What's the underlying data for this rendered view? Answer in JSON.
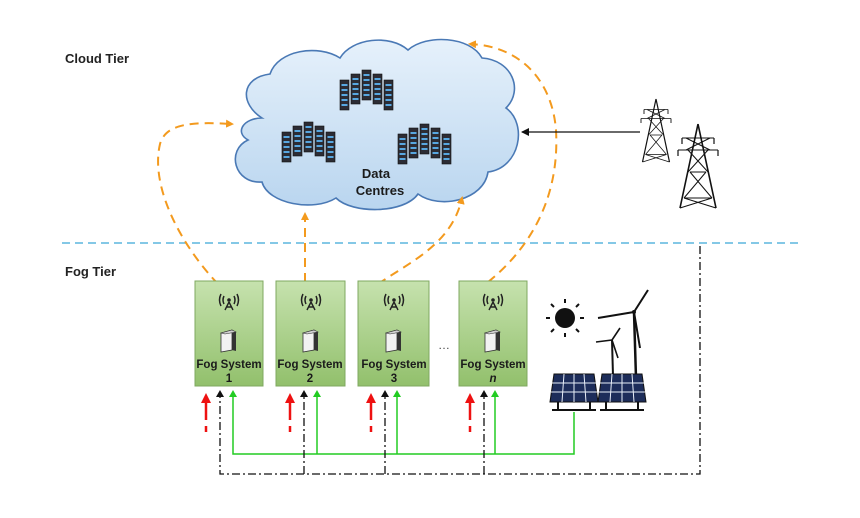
{
  "tiers": {
    "cloud_label": "Cloud Tier",
    "fog_label": "Fog Tier"
  },
  "cloud": {
    "label_line1": "Data",
    "label_line2": "Centres"
  },
  "fog_systems": [
    {
      "name": "Fog System",
      "index": "1"
    },
    {
      "name": "Fog System",
      "index": "2"
    },
    {
      "name": "Fog System",
      "index": "3"
    },
    {
      "name": "Fog System",
      "index": "n"
    }
  ],
  "ellipsis": "…",
  "colors": {
    "cloud_fill": "#cfe3f5",
    "cloud_stroke": "#4a79b5",
    "fog_box_fill": "#a9d18e",
    "fog_box_stroke": "#7fa860",
    "dashed_orange": "#f39a1e",
    "divider": "#3aa6d8",
    "green_line": "#22cc22",
    "red_arrow": "#ee1111",
    "black_dashdot": "#111111"
  }
}
